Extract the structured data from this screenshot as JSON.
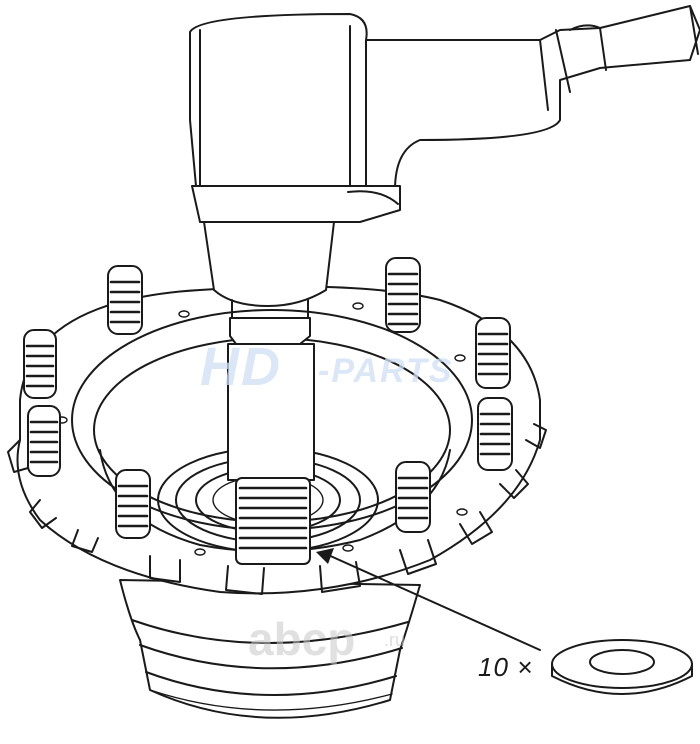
{
  "diagram": {
    "quantity_label": "10 ×",
    "watermarks": {
      "hd": "HD",
      "parts": "-PARTS",
      "abcp": "abcp",
      "ru": ".ru"
    },
    "ink_color": "#1a1a1a",
    "watermark_blue": "#cfe0f4"
  }
}
